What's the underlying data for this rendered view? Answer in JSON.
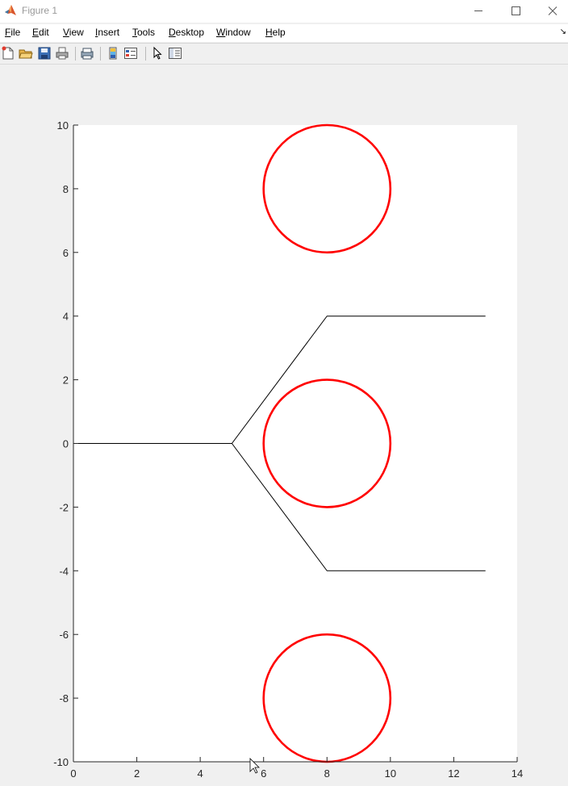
{
  "window": {
    "title": "Figure 1",
    "icon": "matlab-icon",
    "controls": [
      "minimize-icon",
      "maximize-icon",
      "close-icon"
    ]
  },
  "menu": {
    "items": [
      "File",
      "Edit",
      "View",
      "Insert",
      "Tools",
      "Desktop",
      "Window",
      "Help"
    ]
  },
  "toolbar": {
    "buttons": [
      "new-figure-icon",
      "open-file-icon",
      "save-icon",
      "print-icon",
      "print-preview-icon",
      "colorbar-icon",
      "legend-icon",
      "pointer-arrow-icon",
      "property-editor-icon"
    ]
  },
  "colors": {
    "circle": "#ff0000",
    "line": "#000000",
    "axes_background": "#ffffff",
    "figure_background": "#f0f0f0"
  },
  "chart_data": {
    "type": "line",
    "title": "",
    "xlabel": "",
    "ylabel": "",
    "xlim": [
      0,
      14
    ],
    "ylim": [
      -10,
      10
    ],
    "xticks": [
      0,
      2,
      4,
      6,
      8,
      10,
      12,
      14
    ],
    "yticks": [
      -10,
      -8,
      -6,
      -4,
      -2,
      0,
      2,
      4,
      6,
      8,
      10
    ],
    "xtick_labels": [
      "0",
      "2",
      "4",
      "6",
      "8",
      "10",
      "12",
      "14"
    ],
    "ytick_labels": [
      "-10",
      "-8",
      "-6",
      "-4",
      "-2",
      "0",
      "2",
      "4",
      "6",
      "8",
      "10"
    ],
    "grid": false,
    "box": false,
    "series": [
      {
        "kind": "line",
        "color": "#000000",
        "x": [
          0,
          5,
          8,
          13
        ],
        "y": [
          0,
          0,
          4,
          4
        ]
      },
      {
        "kind": "line",
        "color": "#000000",
        "x": [
          5,
          8,
          13
        ],
        "y": [
          0,
          -4,
          -4
        ]
      },
      {
        "kind": "circle",
        "color": "#ff0000",
        "center": [
          8,
          8
        ],
        "radius": 2
      },
      {
        "kind": "circle",
        "color": "#ff0000",
        "center": [
          8,
          0
        ],
        "radius": 2
      },
      {
        "kind": "circle",
        "color": "#ff0000",
        "center": [
          8,
          -8
        ],
        "radius": 2
      }
    ]
  }
}
